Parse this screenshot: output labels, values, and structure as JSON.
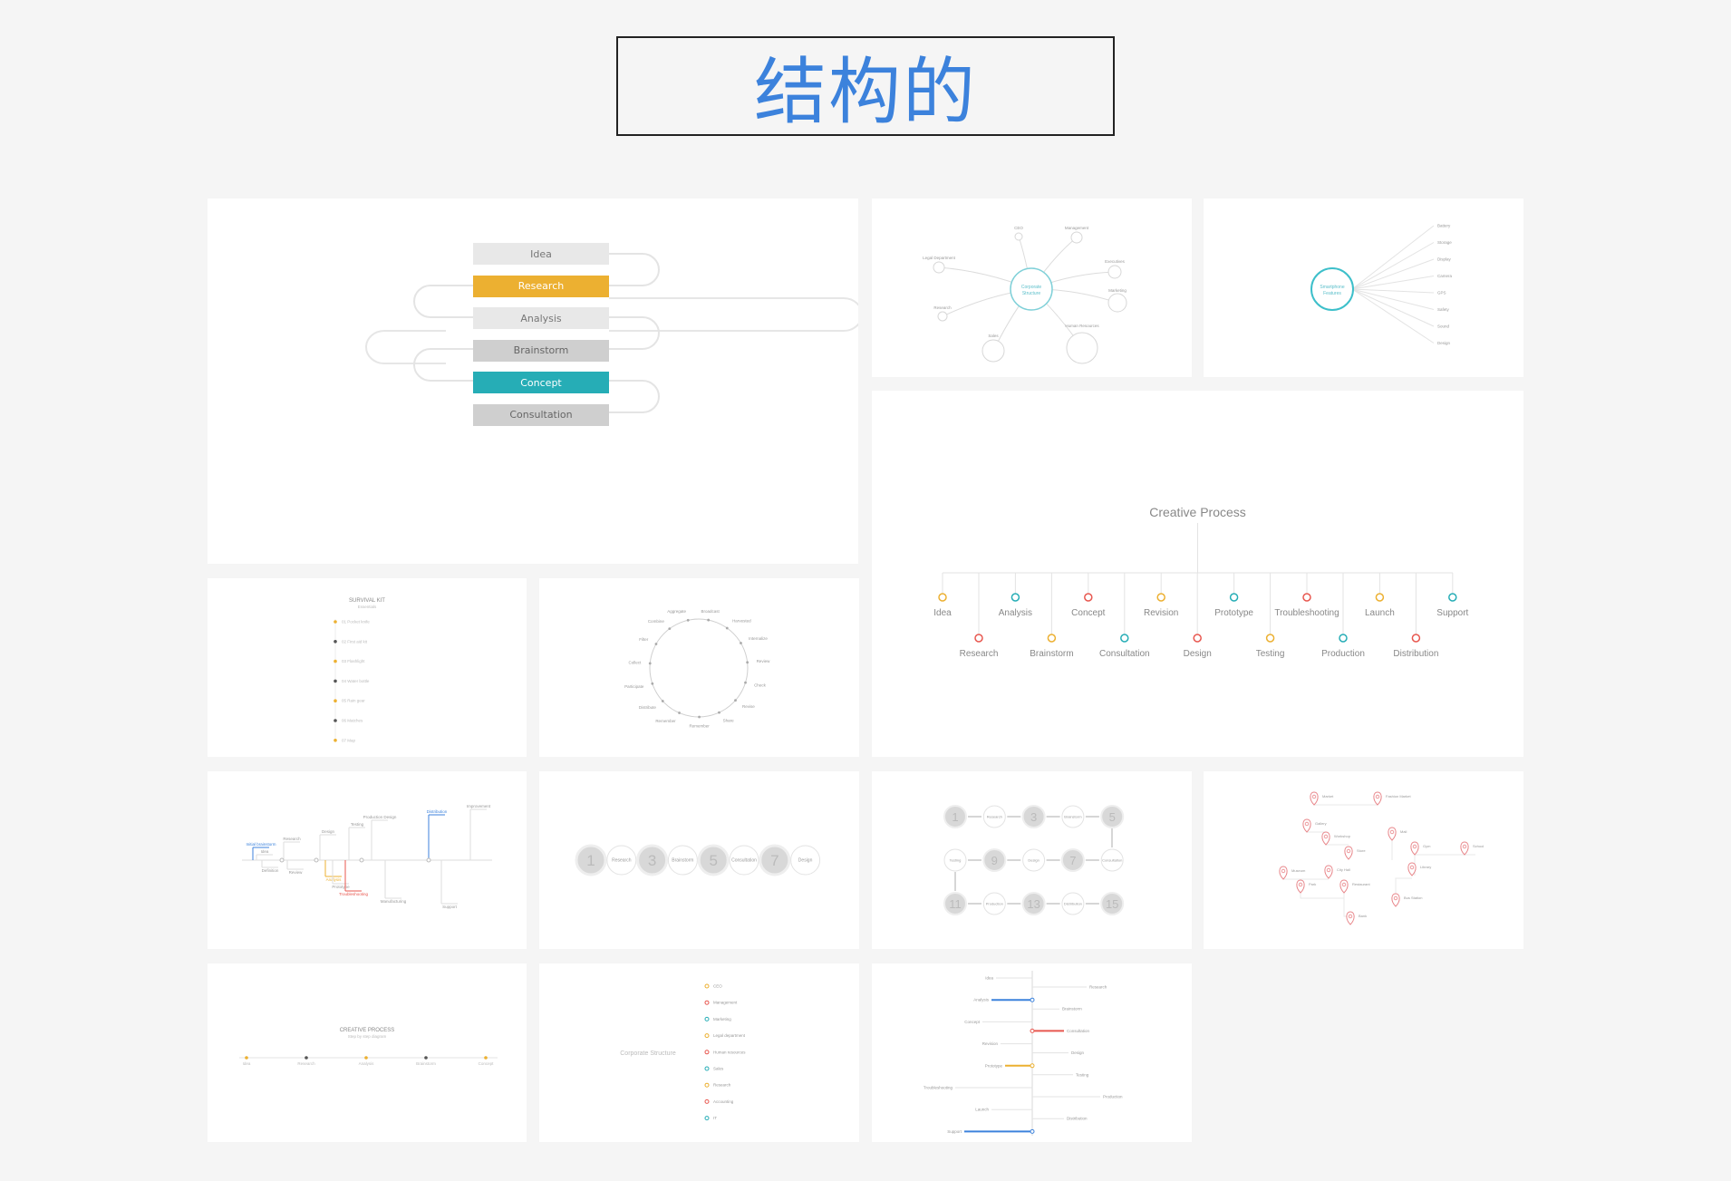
{
  "page": {
    "title": "结构的"
  },
  "flow_chips": [
    {
      "label": "Idea",
      "color": "#e8e8e8",
      "text": "#777"
    },
    {
      "label": "Research",
      "color": "#ecb031",
      "text": "#ffffff"
    },
    {
      "label": "Analysis",
      "color": "#e8e8e8",
      "text": "#777"
    },
    {
      "label": "Brainstorm",
      "color": "#cfcfcf",
      "text": "#666"
    },
    {
      "label": "Concept",
      "color": "#26adb6",
      "text": "#ffffff"
    },
    {
      "label": "Consultation",
      "color": "#cfcfcf",
      "text": "#666"
    }
  ],
  "corporate_mind": {
    "center": "Corporate Structure",
    "nodes": [
      "CEO",
      "Management",
      "Legal Department",
      "Executives",
      "Research",
      "Marketing",
      "Sales",
      "Human Resources"
    ]
  },
  "smartphone": {
    "center": "Smartphone Features",
    "items": [
      "Battery",
      "Storage",
      "Display",
      "Camera",
      "GPS",
      "Safety",
      "Sound",
      "Design"
    ]
  },
  "creative_process": {
    "title": "Creative Process",
    "top": [
      "Idea",
      "Analysis",
      "Concept",
      "Revision",
      "Prototype",
      "Troubleshooting",
      "Launch",
      "Support"
    ],
    "bottom": [
      "Research",
      "Brainstorm",
      "Consultation",
      "Design",
      "Testing",
      "Production",
      "Distribution"
    ],
    "colors": [
      "#ecb031",
      "#26adb6",
      "#e8574f"
    ]
  },
  "survival_kit": {
    "title": "SURVIVAL KIT",
    "subtitle": "Essentials",
    "items": [
      "01 Pocket knife",
      "02 First aid kit",
      "03 Flashlight",
      "04 Water bottle",
      "05 Rain gear",
      "06 Matches",
      "07 Map"
    ]
  },
  "cycle": {
    "items": [
      "Aggregate",
      "Broadcast",
      "Harvested",
      "Internalize",
      "Review",
      "Check",
      "Revise",
      "Share",
      "Remember",
      "Remember",
      "Distribute",
      "Participate",
      "Collect",
      "Filter",
      "Combine"
    ]
  },
  "timeline_branch": {
    "items": [
      "Initial brainstorm",
      "Idea",
      "Definition",
      "Research",
      "Review",
      "Design",
      "Analysis",
      "Testing",
      "Prototype",
      "Production Design",
      "Troubleshooting",
      "Manufacturing",
      "Distribution",
      "Support",
      "Improvement"
    ]
  },
  "numbered_row": {
    "numbers": [
      "1",
      "3",
      "5",
      "7"
    ],
    "labels": [
      "Research",
      "Brainstorm",
      "Consultation",
      "Design"
    ]
  },
  "numbered_snake": {
    "row1": [
      "1",
      "Research",
      "3",
      "Brainstorm",
      "5"
    ],
    "row2": [
      "Testing",
      "9",
      "Design",
      "7",
      "Consultation"
    ],
    "row3": [
      "11",
      "Production",
      "13",
      "Distribution",
      "15"
    ]
  },
  "pin_map": {
    "items": [
      "Market",
      "Fashion Market",
      "Gallery",
      "Workshop",
      "Mall",
      "Store",
      "Gym",
      "School",
      "Museum",
      "City Hall",
      "Library",
      "Park",
      "Restaurant",
      "Bus Station",
      "Bank"
    ]
  },
  "creative_line": {
    "title": "CREATIVE PROCESS",
    "subtitle": "Step by step diagram",
    "items": [
      "Idea",
      "Research",
      "Analysis",
      "Brainstorm",
      "Concept"
    ]
  },
  "corp_list": {
    "title": "Corporate Structure",
    "items": [
      "CEO",
      "Management",
      "Marketing",
      "Legal department",
      "Human resources",
      "Sales",
      "Research",
      "Accounting",
      "IT"
    ]
  },
  "vertical_timeline": {
    "left": [
      "Idea",
      "Analysis",
      "Concept",
      "Revision",
      "Prototype",
      "Troubleshooting",
      "Launch",
      "Support"
    ],
    "right": [
      "Research",
      "Brainstorm",
      "Consultation",
      "Design",
      "Testing",
      "Production",
      "Distribution"
    ]
  }
}
